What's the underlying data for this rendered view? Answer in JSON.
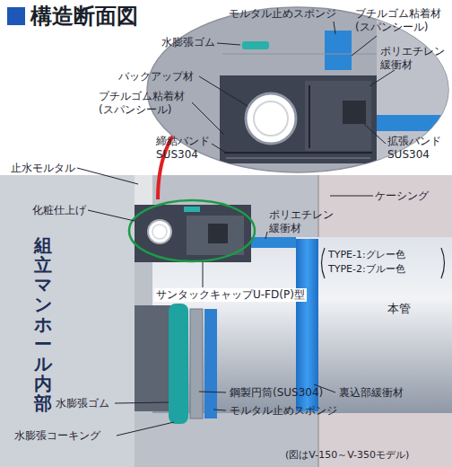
{
  "diagram": {
    "title": "構造断面図",
    "caption": "(図はV-150～V-350モデル)",
    "labels": [
      "モルタル止めスポンジ",
      "ブチルゴム粘着材 (スパンシール)",
      "水膨張ゴム",
      "ポリエチレン 緩衝材",
      "バックアップ材",
      "ブチルゴム粘着材 (スパンシール)",
      "締結バンド SUS304",
      "拡張バンド SUS304",
      "止水モルタル",
      "ケーシング",
      "化粧仕上げ",
      "ポリエチレン 緩衝材",
      "TYPE-1:グレー色",
      "TYPE-2:ブルー色",
      "組立マンホール内部",
      "サンタックキャップU-FD(P)型",
      "本管",
      "裏込部緩衝材",
      "水膨張ゴム",
      "鋼製円筒(SUS304)",
      "モルタル止めスポンジ",
      "水膨張コーキング"
    ]
  }
}
